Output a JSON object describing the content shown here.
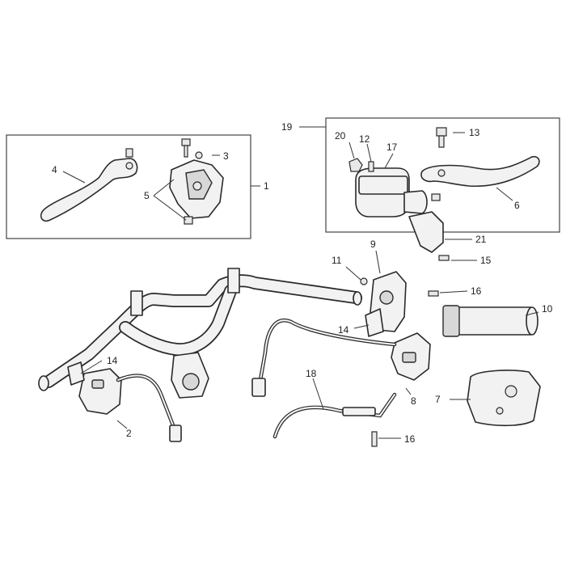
{
  "callouts": {
    "c1": "1",
    "c2": "2",
    "c3": "3",
    "c4": "4",
    "c5": "5",
    "c6": "6",
    "c7": "7",
    "c8": "8",
    "c9": "9",
    "c10": "10",
    "c11": "11",
    "c12": "12",
    "c13": "13",
    "c14a": "14",
    "c14b": "14",
    "c15": "15",
    "c16a": "16",
    "c16b": "16",
    "c17": "17",
    "c18": "18",
    "c19": "19",
    "c20": "20",
    "c21": "21"
  },
  "colors": {
    "line": "#2a2a2a",
    "fill": "#f2f2f2",
    "background": "#ffffff"
  }
}
